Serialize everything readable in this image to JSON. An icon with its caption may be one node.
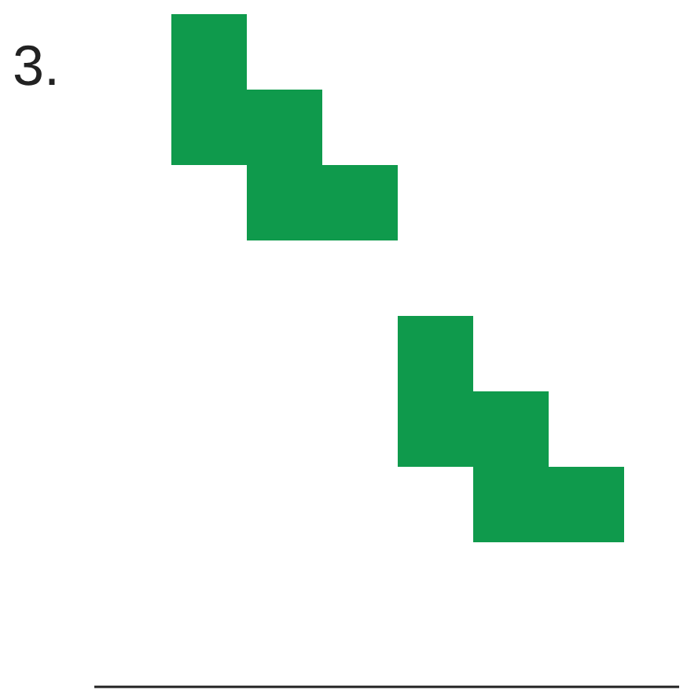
{
  "diagram": {
    "nodes": [
      {
        "text": [],
        "shape": "staircase"
      },
      {
        "text": [],
        "shape": "staircase"
      }
    ],
    "labels": [
      "3."
    ]
  }
}
